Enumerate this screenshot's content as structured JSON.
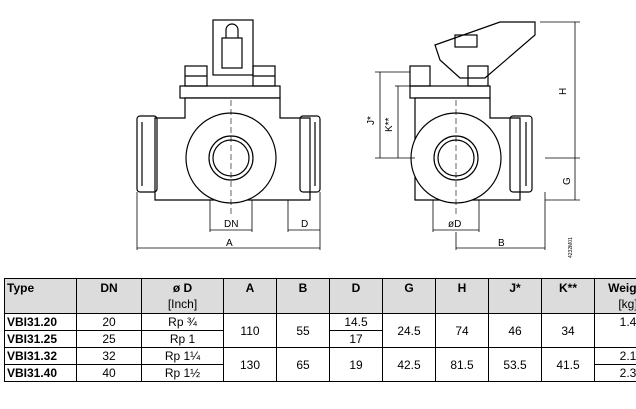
{
  "drawing": {
    "front_dims": {
      "dn": "DN",
      "d": "D",
      "a": "A"
    },
    "side_dims": {
      "od": "øD",
      "b": "B",
      "h": "H",
      "j": "J*",
      "k": "K**",
      "g": "G"
    },
    "drawing_code": "4232M01"
  },
  "table": {
    "headers": [
      "Type",
      "DN",
      "ø D",
      "A",
      "B",
      "D",
      "G",
      "H",
      "J*",
      "K**",
      "Weight"
    ],
    "units": {
      "od": "[Inch]",
      "weight": "[kg]"
    },
    "rows": [
      {
        "type": "VBI31.20",
        "dn": "20",
        "od": "Rp ¾",
        "d": "14.5",
        "weight": "1.4"
      },
      {
        "type": "VBI31.25",
        "dn": "25",
        "od": "Rp 1",
        "d": "17"
      },
      {
        "type": "VBI31.32",
        "dn": "32",
        "od": "Rp 1¼",
        "weight": "2.1"
      },
      {
        "type": "VBI31.40",
        "dn": "40",
        "od": "Rp 1½",
        "weight": "2.3"
      }
    ],
    "group1": {
      "a": "110",
      "b": "55",
      "g": "24.5",
      "h": "74",
      "j": "46",
      "k": "34"
    },
    "group2": {
      "a": "130",
      "b": "65",
      "d": "19",
      "g": "42.5",
      "h": "81.5",
      "j": "53.5",
      "k": "41.5"
    }
  }
}
